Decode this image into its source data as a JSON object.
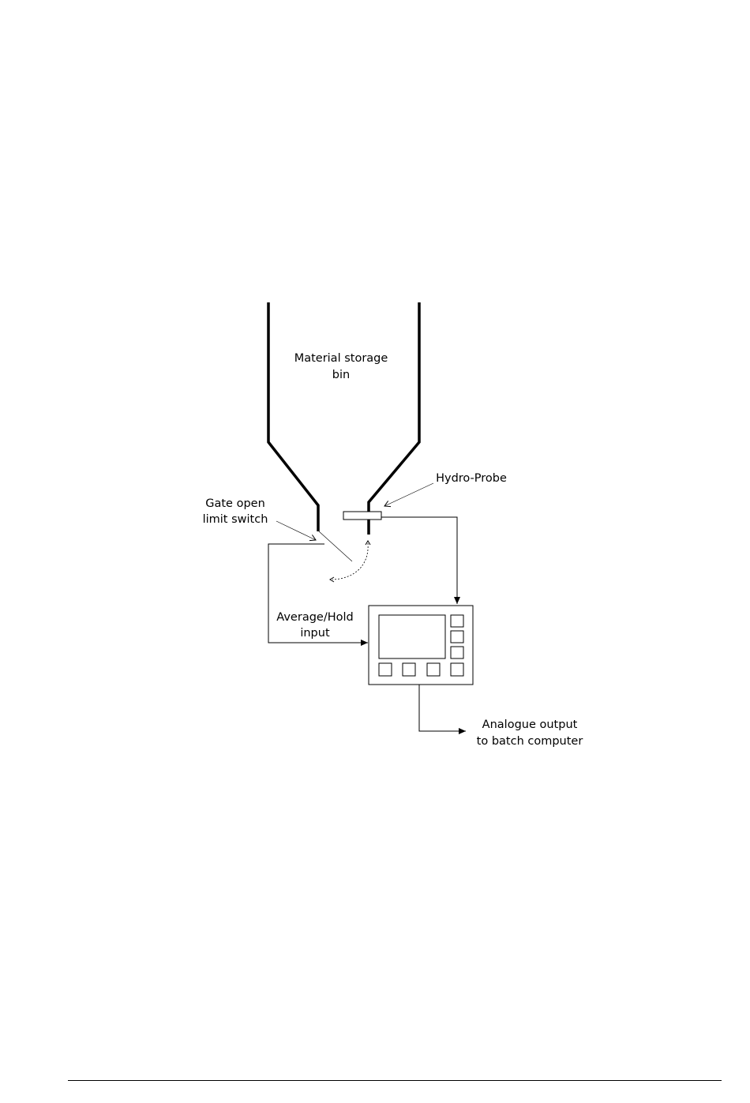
{
  "labels": {
    "bin_line1": "Material storage",
    "bin_line2": "bin",
    "probe": "Hydro-Probe",
    "switch_line1": "Gate open",
    "switch_line2": "limit switch",
    "avg_line1": "Average/Hold",
    "avg_line2": "input",
    "output_line1": "Analogue output",
    "output_line2": "to batch computer"
  },
  "colors": {
    "stroke": "#000000",
    "background": "#ffffff"
  }
}
